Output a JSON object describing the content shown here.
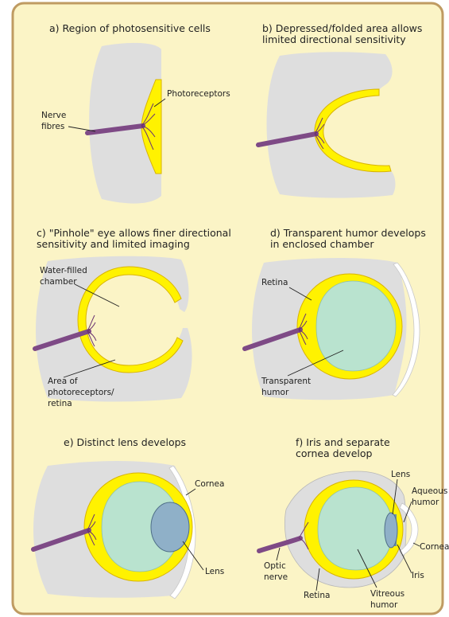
{
  "panels": {
    "a": {
      "title_lines": [
        "a) Region of photosensitive cells"
      ],
      "labels": {
        "photoreceptors": "Photoreceptors",
        "nerve_fibres_1": "Nerve",
        "nerve_fibres_2": "fibres"
      }
    },
    "b": {
      "title_lines": [
        "b) Depressed/folded area allows",
        "limited directional sensitivity"
      ]
    },
    "c": {
      "title_lines": [
        "c) \"Pinhole\" eye allows finer directional",
        "sensitivity and limited imaging"
      ],
      "labels": {
        "water_1": "Water-filled",
        "water_2": "chamber",
        "area_1": "Area of",
        "area_2": "photoreceptors/",
        "area_3": "retina"
      }
    },
    "d": {
      "title_lines": [
        "d) Transparent humor develops",
        "in enclosed chamber"
      ],
      "labels": {
        "retina": "Retina",
        "humor_1": "Transparent",
        "humor_2": "humor"
      }
    },
    "e": {
      "title_lines": [
        "e) Distinct lens develops"
      ],
      "labels": {
        "cornea": "Cornea",
        "lens": "Lens"
      }
    },
    "f": {
      "title_lines": [
        "f) Iris and separate",
        "cornea develop"
      ],
      "labels": {
        "lens": "Lens",
        "aqueous_1": "Aqueous",
        "aqueous_2": "humor",
        "cornea": "Cornea",
        "iris": "Iris",
        "optic_1": "Optic",
        "optic_2": "nerve",
        "retina": "Retina",
        "vitreous_1": "Vitreous",
        "vitreous_2": "humor"
      }
    }
  },
  "colors": {
    "background": "#fbf4c6",
    "border": "#bf9b62",
    "tissue": "#dedede",
    "photoreceptor_layer": "#fff200",
    "humor": "#b9e3cf",
    "nerve": "#7e4a86",
    "lens": "#8fb0c8"
  }
}
